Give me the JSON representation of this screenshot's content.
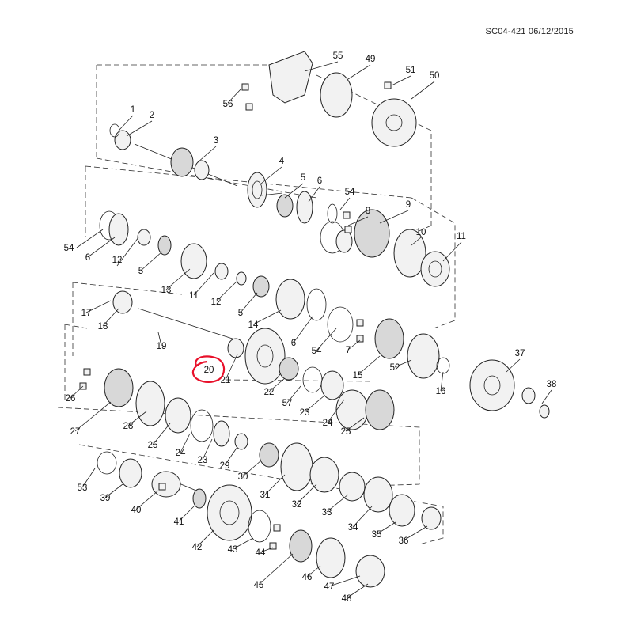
{
  "document_code": "SC04-421 06/12/2015",
  "highlight": {
    "label": "20",
    "color": "#e8102a"
  },
  "callouts": [
    "1",
    "2",
    "3",
    "4",
    "5",
    "6",
    "7",
    "8",
    "9",
    "10",
    "11",
    "12",
    "13",
    "14",
    "15",
    "16",
    "17",
    "18",
    "19",
    "20",
    "21",
    "22",
    "23",
    "24",
    "25",
    "26",
    "27",
    "28",
    "29",
    "30",
    "31",
    "32",
    "33",
    "34",
    "35",
    "36",
    "37",
    "38",
    "39",
    "40",
    "41",
    "42",
    "43",
    "44",
    "45",
    "46",
    "47",
    "48",
    "49",
    "50",
    "51",
    "52",
    "53",
    "54",
    "55",
    "56",
    "57"
  ]
}
